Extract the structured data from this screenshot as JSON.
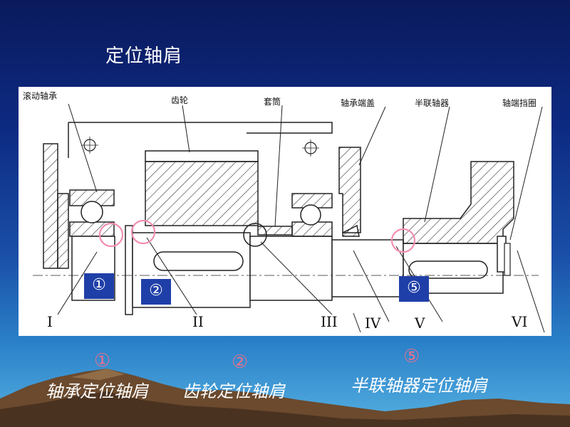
{
  "slide": {
    "title": "定位轴肩"
  },
  "diagram": {
    "labels": {
      "rolling_bearing": "滚动轴承",
      "gear": "齿轮",
      "sleeve": "套筒",
      "bearing_cap": "轴承端盖",
      "coupling": "半联轴器",
      "shaft_end_plate": "轴端挡圈"
    },
    "sections": [
      "I",
      "II",
      "III",
      "IV",
      "V",
      "VI"
    ],
    "markers": [
      "①",
      "②",
      "⑤"
    ],
    "highlight_color": "#f48fb1",
    "marker_color": "#1f3fa8"
  },
  "captions": [
    {
      "num": "①",
      "text": "轴承定位轴肩"
    },
    {
      "num": "②",
      "text": "齿轮定位轴肩"
    },
    {
      "num": "⑤",
      "text": "半联轴器定位轴肩"
    }
  ]
}
